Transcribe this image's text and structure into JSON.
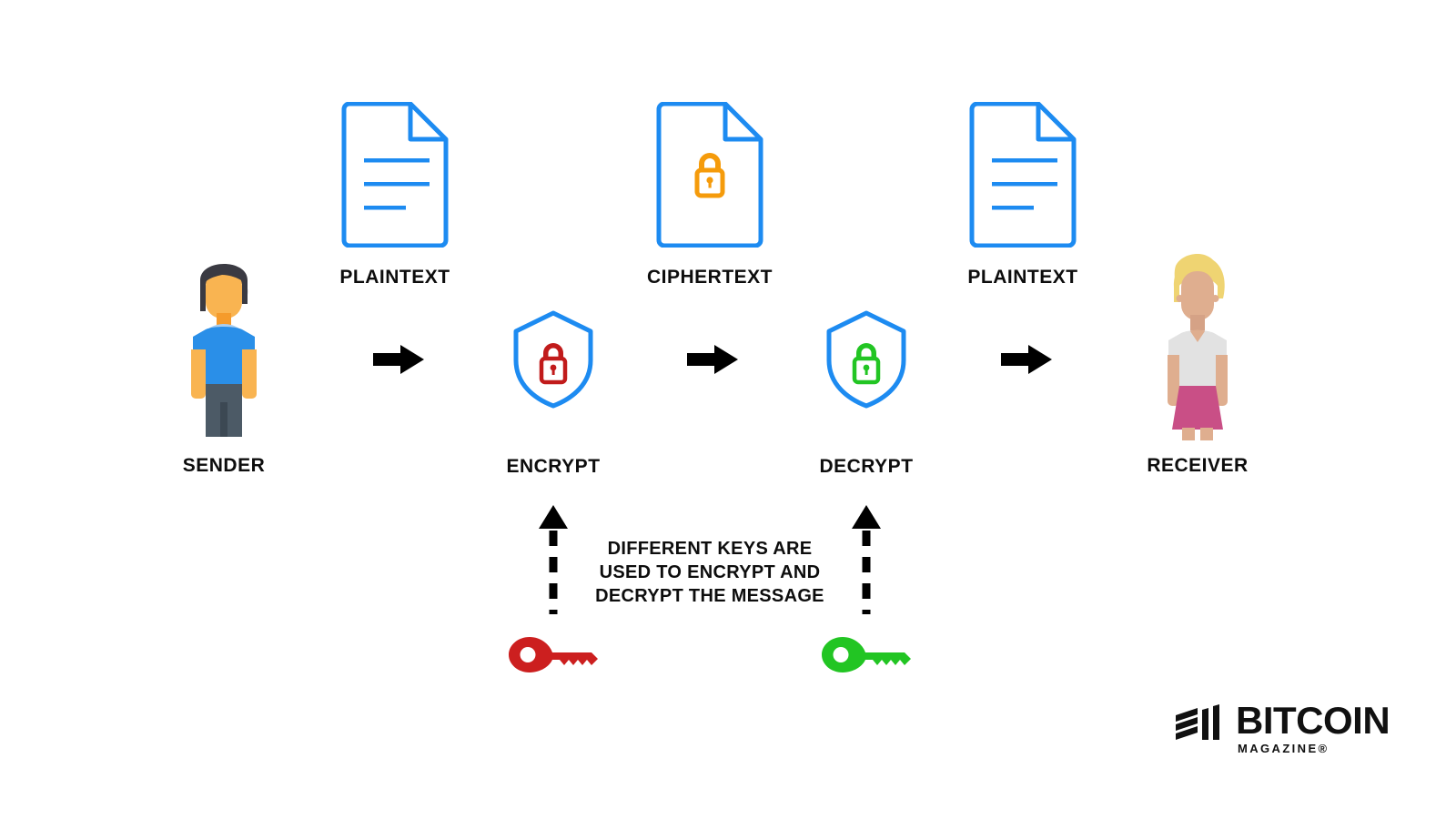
{
  "diagram": {
    "title_text_block": {
      "lines": [
        "DIFFERENT KEYS ARE",
        "USED TO ENCRYPT AND",
        "DECRYPT THE MESSAGE"
      ]
    },
    "colors": {
      "document_outline": "#1d8bf1",
      "shield_outline": "#1d8bf1",
      "lock_orange": "#f59b0b",
      "lock_red": "#c11b1b",
      "lock_green": "#22c523",
      "key_red": "#cc1f1f",
      "key_green": "#22c523",
      "arrow_black": "#000000",
      "text_black": "#0d0d0d",
      "background": "#ffffff",
      "sender_hair": "#3a3a42",
      "sender_skin": "#f9b451",
      "sender_shirt": "#2a8fe8",
      "sender_collar": "#a8cdf0",
      "sender_pants": "#4c5a66",
      "receiver_hair": "#efd472",
      "receiver_skin": "#dfae8f",
      "receiver_top": "#e2e2e2",
      "receiver_skirt": "#c94f86"
    },
    "nodes": [
      {
        "id": "sender",
        "name": "sender-person",
        "label": "SENDER",
        "icon": "person-male"
      },
      {
        "id": "plaintext1",
        "name": "plaintext-document-1",
        "label": "PLAINTEXT",
        "icon": "document-lines"
      },
      {
        "id": "encrypt",
        "name": "encrypt-shield",
        "label": "ENCRYPT",
        "icon": "shield-lock-red"
      },
      {
        "id": "ciphertext",
        "name": "ciphertext-document",
        "label": "CIPHERTEXT",
        "icon": "document-lock-orange"
      },
      {
        "id": "decrypt",
        "name": "decrypt-shield",
        "label": "DECRYPT",
        "icon": "shield-lock-green"
      },
      {
        "id": "plaintext2",
        "name": "plaintext-document-2",
        "label": "PLAINTEXT",
        "icon": "document-lines"
      },
      {
        "id": "receiver",
        "name": "receiver-person",
        "label": "RECEIVER",
        "icon": "person-female"
      }
    ],
    "keys": [
      {
        "id": "encrypt-key",
        "name": "encryption-key-red",
        "color": "#cc1f1f"
      },
      {
        "id": "decrypt-key",
        "name": "decryption-key-green",
        "color": "#22c523"
      }
    ],
    "arrows": [
      {
        "name": "flow-arrow-1",
        "direction": "right"
      },
      {
        "name": "flow-arrow-2",
        "direction": "right"
      },
      {
        "name": "flow-arrow-3",
        "direction": "right"
      },
      {
        "name": "key-arrow-encrypt",
        "direction": "up",
        "style": "dashed"
      },
      {
        "name": "key-arrow-decrypt",
        "direction": "up",
        "style": "dashed"
      }
    ]
  },
  "logo": {
    "word": "BITCOIN",
    "subtitle": "MAGAZINE®"
  }
}
